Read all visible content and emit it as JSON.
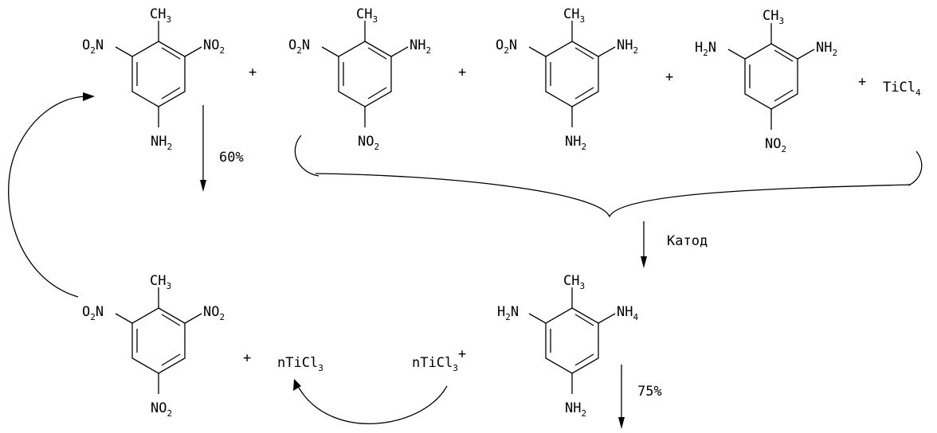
{
  "labels": {
    "ch3": "CH",
    "ch3_sub": "3",
    "no2": "NO",
    "no2_sub": "2",
    "o2n_o": "O",
    "o2n_sub": "2",
    "o2n_n": "N",
    "nh2": "NH",
    "nh2_sub": "2",
    "h2n_h": "H",
    "h2n_sub": "2",
    "h2n_n": "N",
    "nh4": "NH",
    "nh4_sub": "4",
    "plus": "+",
    "ticl4": "TiCl",
    "ticl4_sub": "4",
    "ticl3": "nTiCl",
    "ticl3_sub": "3",
    "ticl3_cation": "nTiCl",
    "ticl3_cation_sub": "3",
    "ticl3_cation_sup": "+",
    "yield_top": "60%",
    "cathode": "Катод",
    "yield_bottom": "75%"
  }
}
